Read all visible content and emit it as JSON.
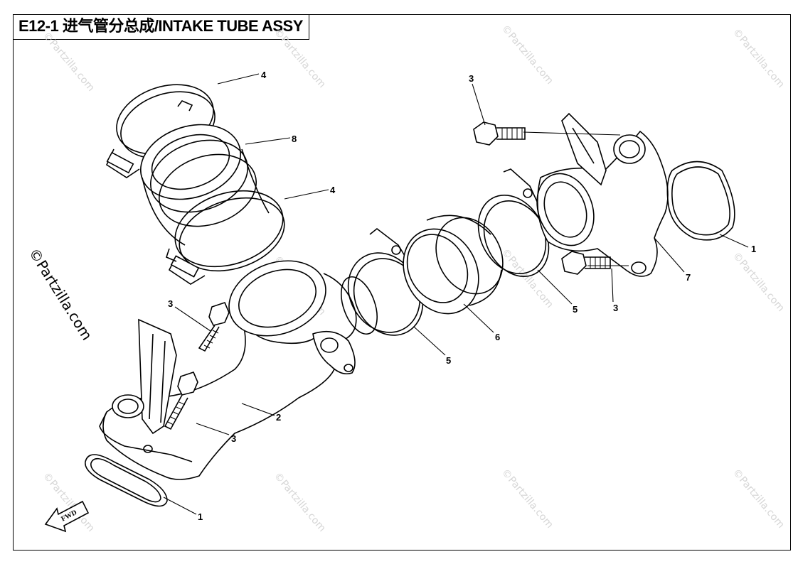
{
  "title": "E12-1 进气管分总成/INTAKE TUBE ASSY",
  "watermark": "©Partzilla.com",
  "fwd_label": "FWD",
  "callouts": [
    "1",
    "1",
    "2",
    "3",
    "3",
    "3",
    "3",
    "4",
    "4",
    "5",
    "5",
    "6",
    "7",
    "8"
  ]
}
